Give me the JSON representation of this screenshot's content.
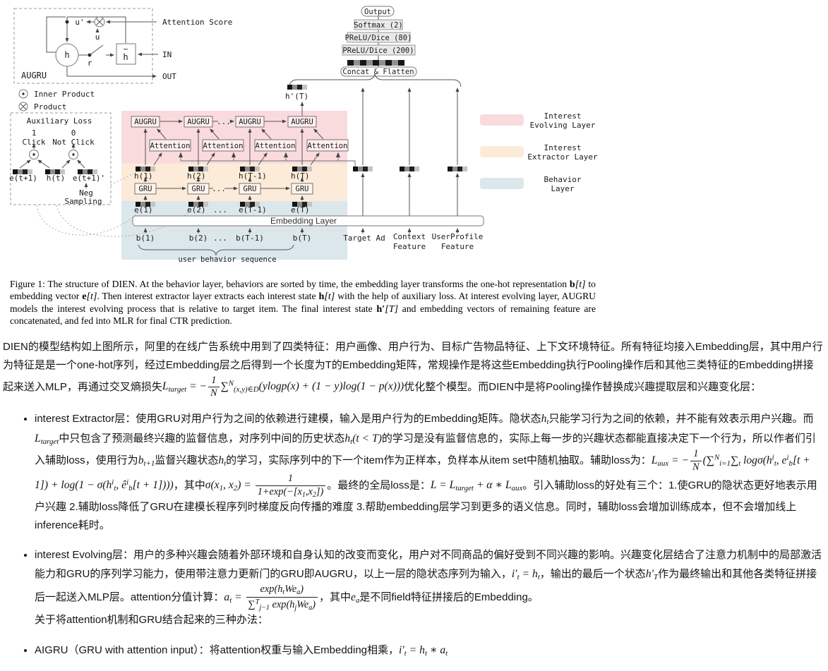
{
  "figure": {
    "augru_detail": {
      "title": "AUGRU",
      "h": "h",
      "h_tilde_h": "h",
      "h_tilde_mark": "~",
      "u_prime": "u'",
      "u": "u",
      "r": "r",
      "attention_score": "Attention Score",
      "in_label": "IN",
      "out_label": "OUT"
    },
    "legend_symbols": {
      "inner_product": "Inner Product",
      "product": "Product"
    },
    "aux": {
      "title": "Auxiliary Loss",
      "one": "1",
      "zero": "0",
      "click": "Click",
      "not_click": "Not Click",
      "e_t1": "e(t+1)",
      "h_t": "h(t)",
      "e_t1_neg": "e(t+1)'",
      "neg": "Neg",
      "sampling": "Sampling"
    },
    "stack": {
      "output": "Output",
      "softmax": "Softmax (2)",
      "prelu80": "PReLU/Dice (80)",
      "prelu200": "PReLU/Dice (200)",
      "concat": "Concat & Flatten",
      "h_prime": "h'(T)"
    },
    "rnn": {
      "augru": "AUGRU",
      "gru": "GRU",
      "attention": "Attention",
      "dots": "...",
      "h_labels": [
        "h(1)",
        "h(2)",
        "h(T-1)",
        "h(T)"
      ],
      "e_labels": [
        "e(1)",
        "e(2)",
        "e(T-1)",
        "e(T)"
      ],
      "b_labels": [
        "b(1)",
        "b(2)",
        "b(T-1)",
        "b(T)"
      ],
      "embedding_layer": "Embedding Layer",
      "user_behavior": "user behavior sequence"
    },
    "features": {
      "target_ad": "Target Ad",
      "context_l1": "Context",
      "context_l2": "Feature",
      "userprofile_l1": "UserProfile",
      "userprofile_l2": "Feature"
    },
    "legend": [
      {
        "color": "#fadbdd",
        "label1": "Interest",
        "label2": "Evolving Layer"
      },
      {
        "color": "#fdebd9",
        "label1": "Interest",
        "label2": "Extractor Layer"
      },
      {
        "color": "#dce7ec",
        "label1": "Behavior",
        "label2": "Layer"
      }
    ]
  },
  "caption": {
    "segments": [
      {
        "t": "Figure 1: The structure of DIEN. At the behavior layer, behaviors are sorted by time, the embedding layer transforms the one-hot representation "
      },
      {
        "bm": "b"
      },
      {
        "m": "[t]"
      },
      {
        "t": " to embedding vector "
      },
      {
        "bm": "e"
      },
      {
        "m": "[t]"
      },
      {
        "t": ". Then interest extractor layer extracts each interest state "
      },
      {
        "bm": "h"
      },
      {
        "m": "[t]"
      },
      {
        "t": " with the help of auxiliary loss. At interest evolving layer, AUGRU models the interest evolving process that is relative to target item. The final interest state "
      },
      {
        "bm": "h′"
      },
      {
        "m": "[T]"
      },
      {
        "t": " and embedding vectors of remaining feature are concatenated, and fed into MLR for final CTR prediction."
      }
    ]
  },
  "body": {
    "intro": [
      {
        "t": "DIEN的模型结构如上图所示，阿里的在线广告系统中用到了四类特征：用户画像、用户行为、目标广告物品特征、上下文环境特征。所有特征均接入Embedding层，其中用户行为特征是是一个one-hot序列，经过Embedding层之后得到一个长度为T的Embedding矩阵，常规操作是将这些Embedding执行Pooling操作后和其他三类特征的Embedding拼接起来送入MLP，再通过交叉熵损失"
      },
      {
        "m": "L_{target} = −\\frac{1}{N}∑^{N}_{(x,y)∈D}(ylogp(x) + (1 − y)log(1 − p(x)))"
      },
      {
        "t": "优化整个模型。而DIEN中是将Pooling操作替换成兴趣提取层和兴趣变化层："
      }
    ],
    "extractor": [
      {
        "t": "interest Extractor层：使用GRU对用户行为之间的依赖进行建模，输入是用户行为的Embedding矩阵。隐状态"
      },
      {
        "m": "h_{t}"
      },
      {
        "t": "只能学习行为之间的依赖，并不能有效表示用户兴趣。而"
      },
      {
        "m": "L_{target}"
      },
      {
        "t": "中只包含了预测最终兴趣的监督信息，对序列中间的历史状态"
      },
      {
        "m": "h_{t}(t < T)"
      },
      {
        "t": "的学习是没有监督信息的，实际上每一步的兴趣状态都能直接决定下一个行为，所以作者们引入辅助loss，使用行为"
      },
      {
        "m": "b_{t+1}"
      },
      {
        "t": "监督兴趣状态"
      },
      {
        "m": "h_{t}"
      },
      {
        "t": "的学习，实际序列中的下一个item作为正样本，负样本从item set中随机抽取。辅助loss为："
      },
      {
        "m": "L_{aux} = −\\frac{1}{N}(∑^{N}_{i=1}∑_{t} logσ(h^{i}_{t}, e^{i}_{b}[t + 1]) + log(1 − σ(h^{i}_{t}, ê^{i}_{b}[t + 1])))"
      },
      {
        "t": "，其中"
      },
      {
        "m": "σ(x_{1}, x_{2}) = \\frac{1}{1+exp(−[x_{1},x_{2}])}"
      },
      {
        "t": "。最终的全局loss是："
      },
      {
        "m": "L = L_{target} + α ∗ L_{aux}"
      },
      {
        "t": "。引入辅助loss的好处有三个：1.使GRU的隐状态更好地表示用户兴趣 2.辅助loss降低了GRU在建模长程序列时梯度反向传播的难度 3.帮助embedding层学习到更多的语义信息。同时，辅助loss会增加训练成本，但不会增加线上inference耗时。"
      }
    ],
    "evolving": [
      {
        "t": "interest Evolving层：用户的多种兴趣会随着外部环境和自身认知的改变而变化，用户对不同商品的偏好受到不同兴趣的影响。兴趣变化层结合了注意力机制中的局部激活能力和GRU的序列学习能力，使用带注意力更新门的GRU即AUGRU，以上一层的隐状态序列为输入，"
      },
      {
        "m": "i′_{t} = h_{t}"
      },
      {
        "t": "，输出的最后一个状态"
      },
      {
        "m": "h′_{T}"
      },
      {
        "t": "作为最终输出和其他各类特征拼接后一起送入MLP层。attention分值计算："
      },
      {
        "m": "a_{t} = \\frac{exp(h_{t}We_{a})}{∑^{T}_{j−1} exp(h_{j}We_{a})}"
      },
      {
        "t": "，其中"
      },
      {
        "m": "e_{a}"
      },
      {
        "t": "是不同field特征拼接后的Embedding。"
      }
    ],
    "evolving_note": [
      {
        "t": "关于将attention机制和GRU结合起来的三种办法："
      }
    ],
    "aigru": [
      {
        "t": "AIGRU（GRU with attention input）：将attention权重与输入Embedding相乘，"
      },
      {
        "m": "i′_{t} = h_{t} ∗ a_{t}"
      }
    ]
  }
}
